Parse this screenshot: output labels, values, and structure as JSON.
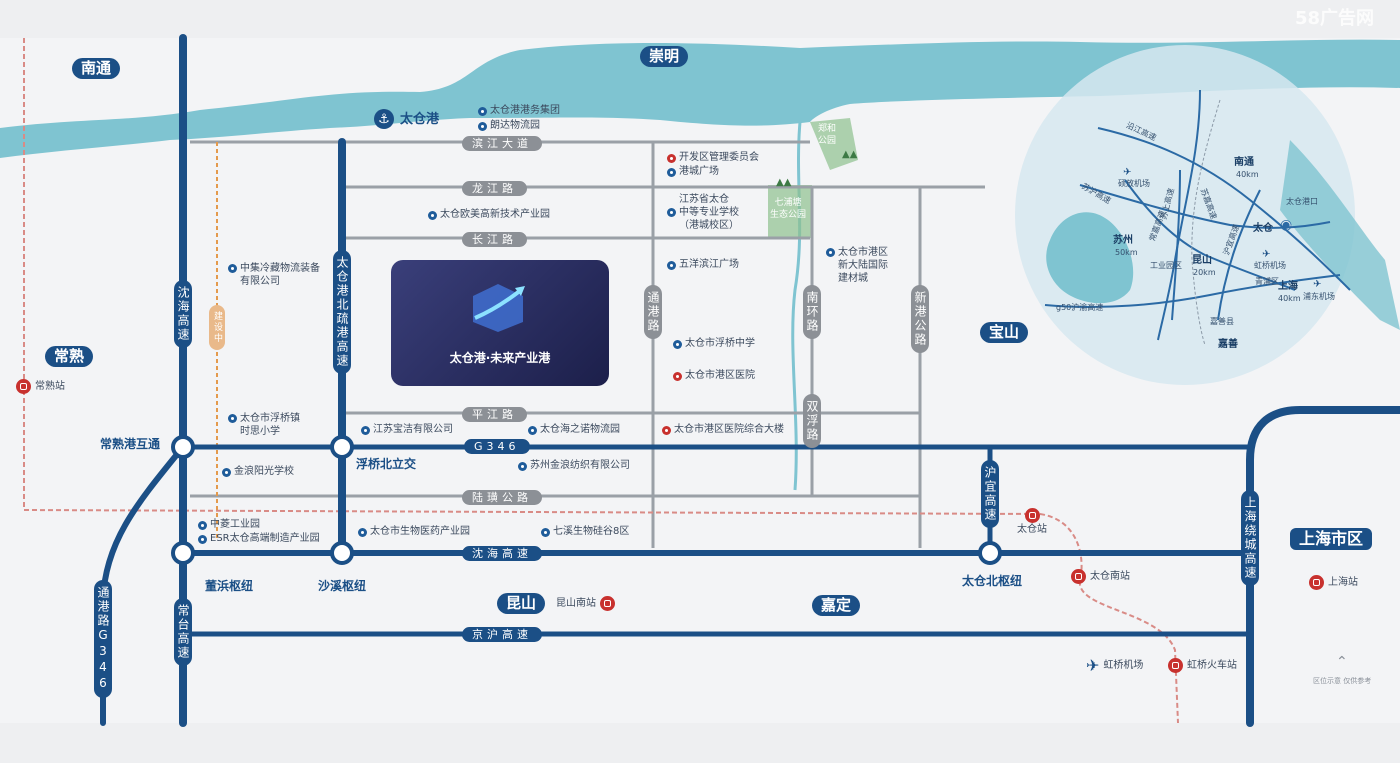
{
  "watermark": "58广告网",
  "cities": {
    "nantong": "南通",
    "chongming": "崇明",
    "changshu": "常熟",
    "baoshan": "宝山",
    "shanghai": "上海市区",
    "kunshan": "昆山",
    "jiading": "嘉定"
  },
  "port": "太仓港",
  "project": {
    "name": "太仓港·未来产业港"
  },
  "roads": {
    "binjiang": "滨江大道",
    "longjiang": "龙江路",
    "changjiang": "长江路",
    "pingjiang": "平江路",
    "g346": "G346",
    "luhuang": "陆璜公路",
    "shenhai": "沈海高速",
    "jinghu": "京沪高速",
    "shenhai_v": "沈海高速",
    "taicang_north": "太仓港北疏港高速",
    "tonggang": "通港路",
    "nanhuan": "南环路",
    "xingang": "新港公路",
    "shuangfu": "双浮路",
    "huyi": "沪宜高速",
    "shanghai_ring": "上海绕城高速",
    "changtai": "常台高速",
    "tonggang_g346": "通港路G346",
    "building": "建设中"
  },
  "nodes": {
    "changshu_interchange": "常熟港互通",
    "fuqiao_north": "浮桥北立交",
    "dongbin": "董浜枢纽",
    "shaxi": "沙溪枢纽",
    "taicang_north": "太仓北枢纽"
  },
  "pois": {
    "p1": "太仓港港务集团",
    "p2": "朗达物流园",
    "p3": "开发区管理委员会",
    "p4": "港城广场",
    "p5": "太仓欧美高新技术产业园",
    "p6": "江苏省太仓\n中等专业学校\n（港城校区）",
    "p7": "中集冷藏物流装备\n有限公司",
    "p8": "五洋滨江广场",
    "p9": "太仓市港区\n新大陆国际\n建材城",
    "p10": "太仓市浮桥中学",
    "p11": "太仓市港区医院",
    "p12": "太仓市浮桥镇\n时思小学",
    "p13": "江苏宝洁有限公司",
    "p14": "太仓海之诺物流园",
    "p15": "太仓市港区医院综合大楼",
    "p16": "苏州金浪纺织有限公司",
    "p17": "金浪阳光学校",
    "p18": "中菱工业园",
    "p19": "ESR太仓高端制造产业园",
    "p20": "太仓市生物医药产业园",
    "p21": "七溪生物硅谷8区"
  },
  "parks": {
    "zhenghe": "郑和\n公园",
    "qiyaji": "七浦塘\n生态公园"
  },
  "stations": {
    "changshu": "常熟站",
    "taicang": "太仓站",
    "taicang_south": "太仓南站",
    "kunshan_south": "昆山南站",
    "shanghai": "上海站",
    "hongqiao_rail": "虹桥火车站",
    "hongqiao_air": "虹桥机场"
  },
  "inset": {
    "nantong": "南通",
    "nantong_km": "40km",
    "suzhou": "苏州",
    "suzhou_km": "50km",
    "kunshan": "昆山",
    "kunshan_km": "20km",
    "shanghai": "上海",
    "shanghai_km": "40km",
    "taicang": "太仓",
    "jiashan": "嘉善",
    "jiashan_small": "嘉善县",
    "shuofang": "硕放机场",
    "pudong": "浦东机场",
    "hongqiao": "虹桥机场",
    "taicang_port": "太仓港口",
    "industrial": "工业园区",
    "qingpu": "青浦区",
    "g50": "g50沪渝高速",
    "yanjiang": "沿江高速",
    "suhu": "苏沪高速",
    "changjia": "常嘉高速",
    "sujia": "苏嘉高速",
    "huyi": "沪宜高速",
    "sushang": "苏上高速"
  },
  "disclaimer": "区位示意 仅供参考",
  "colors": {
    "water": "#7fc4d1",
    "highway": "#1b4f86",
    "road": "#8c9096",
    "rail": "#c8312e",
    "accent": "#e49a4c"
  }
}
